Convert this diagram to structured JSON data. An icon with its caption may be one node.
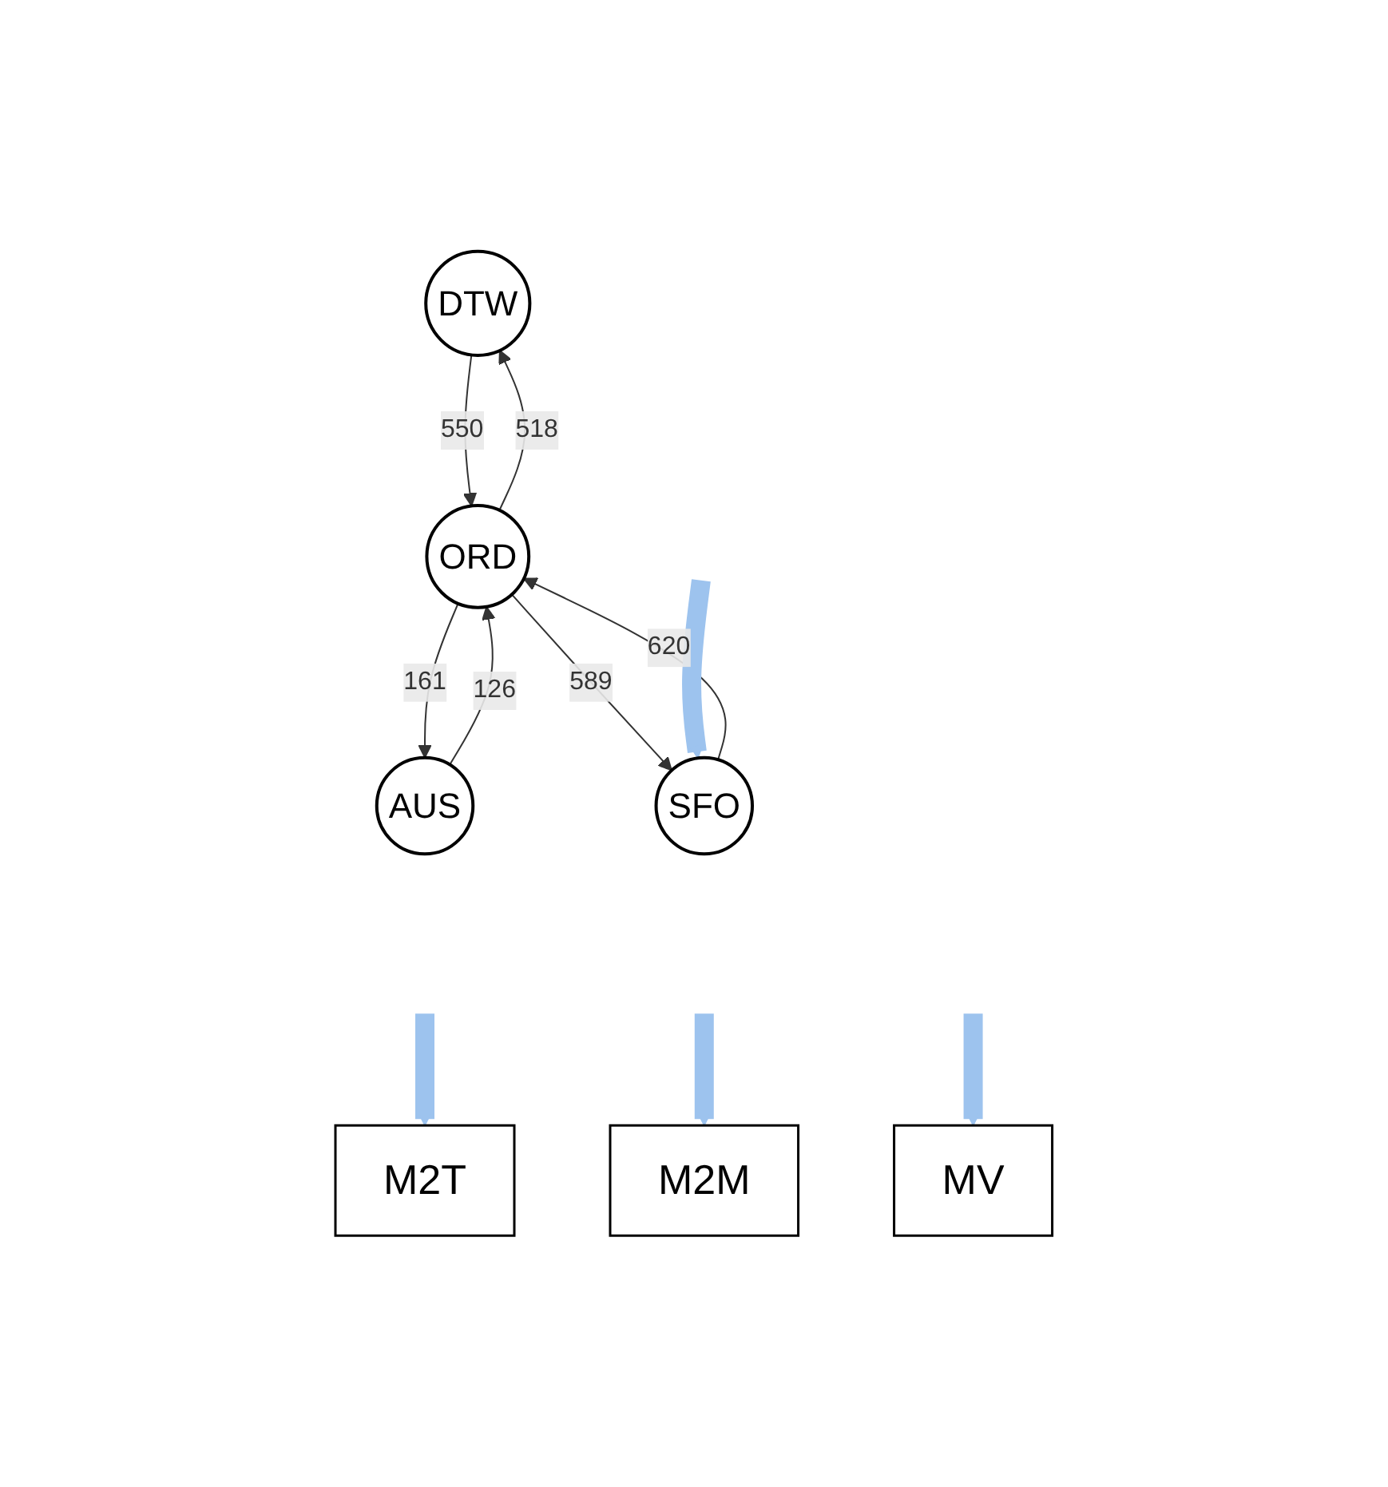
{
  "diagram": {
    "nodes": [
      {
        "text": [
          "DTW"
        ]
      },
      {
        "text": [
          "ORD"
        ]
      },
      {
        "text": [
          "AUS"
        ]
      },
      {
        "text": [
          "SFO"
        ]
      },
      {
        "text": [
          "M2T"
        ]
      },
      {
        "text": [
          "M2M"
        ]
      },
      {
        "text": [
          "MV"
        ]
      }
    ],
    "edges": [
      {
        "from": 0,
        "to": 1,
        "arrow": "to",
        "label": "550"
      },
      {
        "from": 1,
        "to": 0,
        "arrow": "to",
        "label": "518"
      },
      {
        "from": 1,
        "to": 2,
        "arrow": "to",
        "label": "161"
      },
      {
        "from": 2,
        "to": 1,
        "arrow": "to",
        "label": "126"
      },
      {
        "from": 3,
        "to": 1,
        "arrow": "to",
        "label": "620"
      },
      {
        "from": 1,
        "to": 3,
        "arrow": "to",
        "label": "589"
      },
      {
        "from": null,
        "to": 3,
        "arrow": "to",
        "style": "thick",
        "color": "#9dc3ee"
      },
      {
        "from": null,
        "to": 4,
        "arrow": "to",
        "style": "thick",
        "color": "#9dc3ee"
      },
      {
        "from": null,
        "to": 5,
        "arrow": "to",
        "style": "thick",
        "color": "#9dc3ee"
      },
      {
        "from": null,
        "to": 6,
        "arrow": "to",
        "style": "thick",
        "color": "#9dc3ee"
      }
    ]
  }
}
